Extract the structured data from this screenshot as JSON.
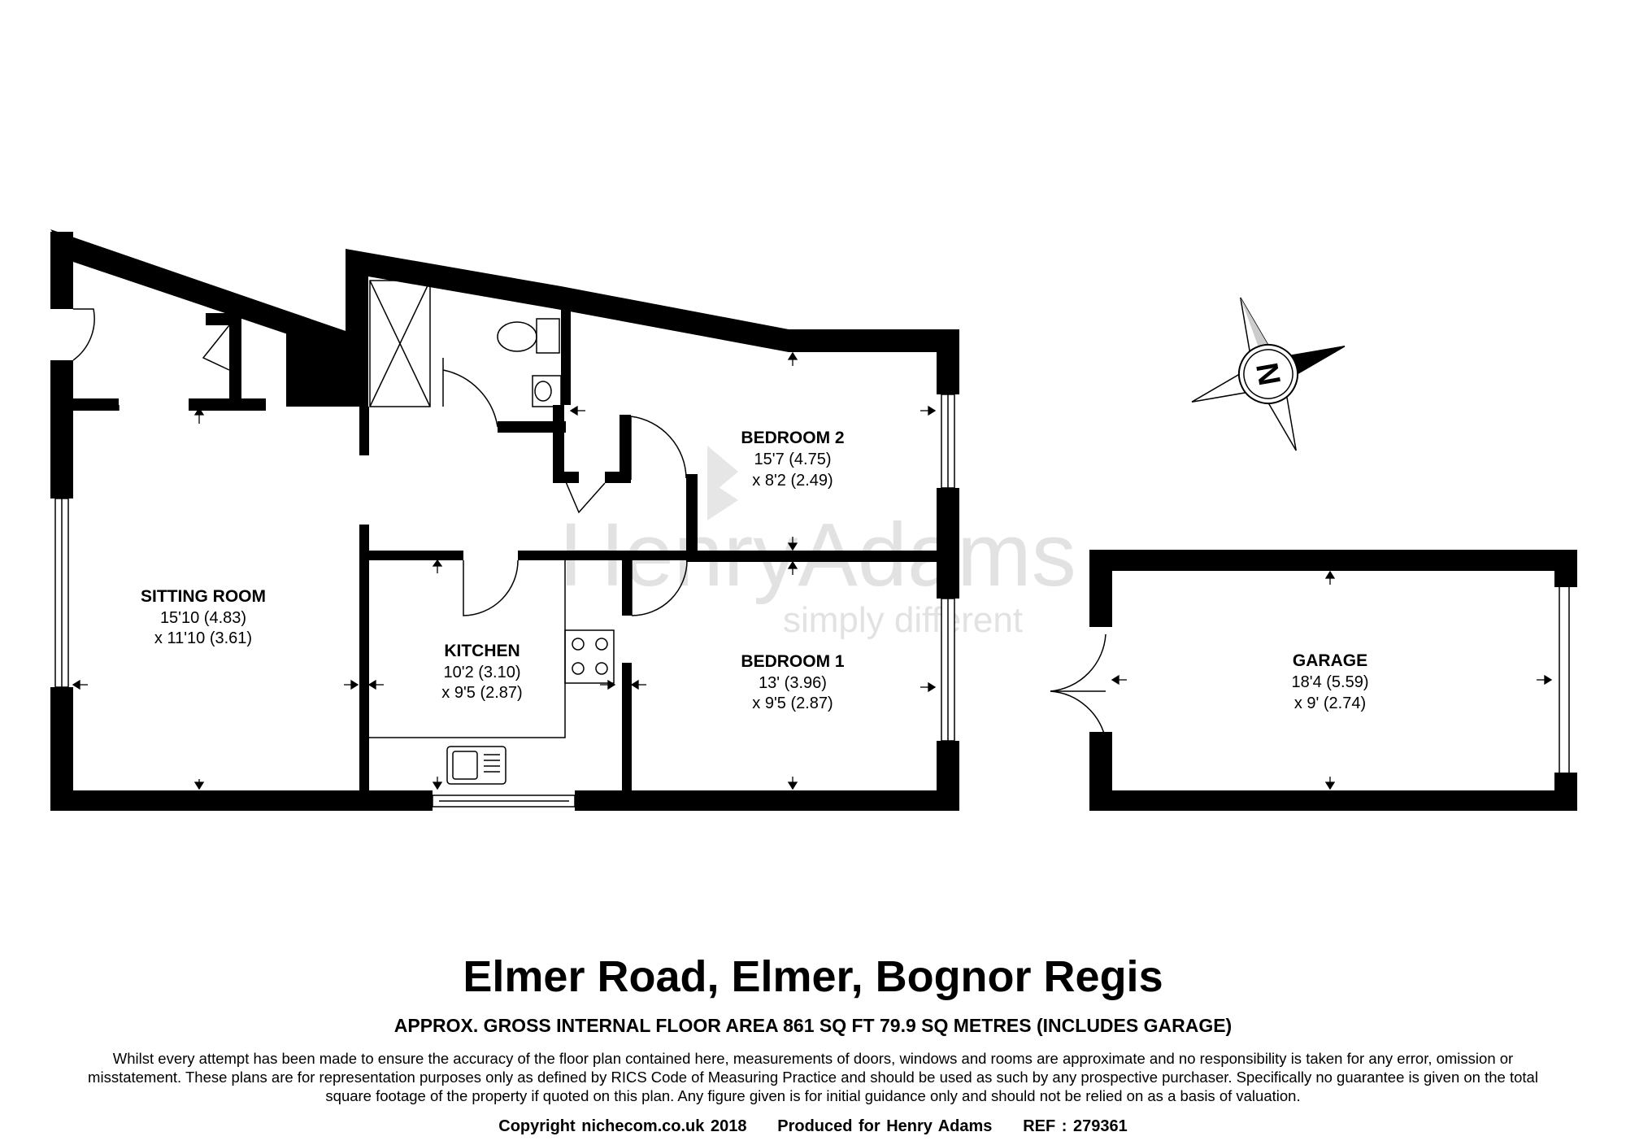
{
  "watermark": {
    "brand": "HenryAdams",
    "tagline": "simply different"
  },
  "rooms": {
    "sitting_room": {
      "name": "SITTING ROOM",
      "dim1": "15'10 (4.83)",
      "dim2": "x 11'10 (3.61)"
    },
    "kitchen": {
      "name": "KITCHEN",
      "dim1": "10'2 (3.10)",
      "dim2": "x 9'5 (2.87)"
    },
    "bedroom_2": {
      "name": "BEDROOM 2",
      "dim1": "15'7 (4.75)",
      "dim2": "x 8'2 (2.49)"
    },
    "bedroom_1": {
      "name": "BEDROOM 1",
      "dim1": "13' (3.96)",
      "dim2": "x 9'5 (2.87)"
    },
    "garage": {
      "name": "GARAGE",
      "dim1": "18'4 (5.59)",
      "dim2": "x 9' (2.74)"
    }
  },
  "compass": {
    "label": "N"
  },
  "title": "Elmer Road, Elmer, Bognor Regis",
  "subtitle": "APPROX. GROSS INTERNAL FLOOR AREA 861 SQ FT 79.9 SQ METRES (INCLUDES GARAGE)",
  "disclaimer": "Whilst every attempt has been made to ensure the accuracy of the floor plan contained here, measurements of doors, windows and rooms are approximate and no responsibility is taken for any error, omission or misstatement. These plans are for representation purposes only as defined by RICS Code of Measuring Practice and should be used as such by any prospective purchaser.  Specifically no guarantee is given on the total square footage of the property if quoted on this plan. Any figure given is for initial guidance only and should not be relied on as a basis of valuation.",
  "footer": "Copyright nichecom.co.uk 2018     Produced for Henry Adams     REF : 279361"
}
